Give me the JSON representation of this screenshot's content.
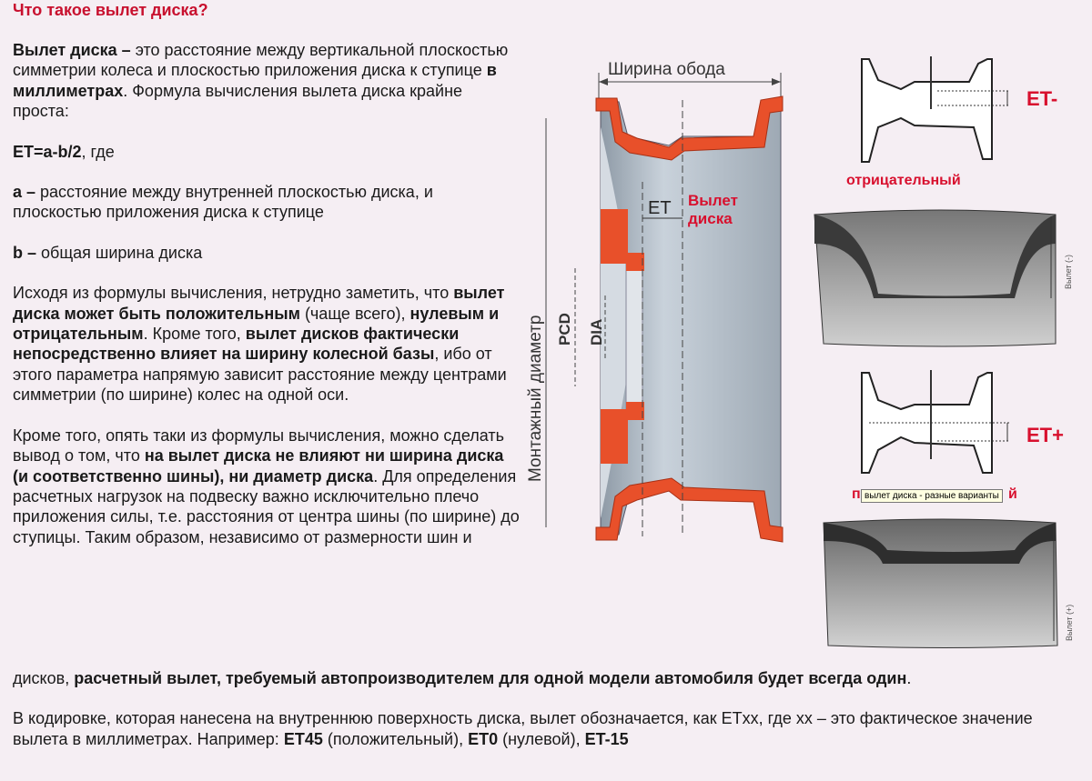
{
  "title": "Что такое вылет диска?",
  "paragraphs": {
    "p1": {
      "b1": "Вылет диска –",
      "t1": " это расстояние между вертикальной плоскостью симметрии колеса и плоскостью приложения диска к ступице ",
      "b2": "в миллиметрах",
      "t2": ". Формула вычисления вылета диска крайне проста:"
    },
    "p2": {
      "b1": "ET=a-b/2",
      "t1": ", где"
    },
    "p3": {
      "b1": "a –",
      "t1": " расстояние между внутренней плоскостью диска, и плоскостью приложения диска к ступице"
    },
    "p4": {
      "b1": "b –",
      "t1": " общая ширина диска"
    },
    "p5": {
      "t1": "Исходя из формулы вычисления, нетрудно заметить, что ",
      "b1": "вылет диска может быть положительным",
      "t2": " (чаще всего), ",
      "b2": "нулевым и отрицательным",
      "t3": ". Кроме того, ",
      "b3": "вылет дисков фактически непосредственно влияет на ширину колесной базы",
      "t4": ", ибо от этого параметра напрямую зависит расстояние между центрами симметрии (по ширине) колес на одной оси."
    },
    "p6": {
      "t1": "Кроме того, опять таки из формулы вычисления, можно сделать вывод о том, что ",
      "b1": "на вылет диска не влияют ни ширина диска (и соответственно шины), ни диаметр диска",
      "t2": ". Для определения расчетных нагрузок на подвеску важно исключительно плечо приложения силы, т.е. расстояния от центра шины (по ширине) до ступицы. Таким образом, независимо от размерности шин и"
    },
    "p6cont": {
      "t1": "дисков, ",
      "b1": "расчетный вылет, требуемый автопроизводителем для одной модели автомобиля будет всегда один",
      "t2": "."
    },
    "p7": {
      "t1": "В кодировке, которая нанесена на внутреннюю поверхность диска, вылет обозначается, как ETxx, где xx – это фактическое значение вылета в миллиметрах. Например: ",
      "b1": "ET45",
      "t2": " (положительный), ",
      "b2": "ET0",
      "t3": " (нулевой), ",
      "b3": "ET-15"
    }
  },
  "figure": {
    "rim_width": "Ширина обода",
    "et": "ET",
    "offset_label_1": "Вылет",
    "offset_label_2": "диска",
    "mount_diameter": "Монтажный диаметр",
    "pcd": "PCD",
    "dia": "DIA"
  },
  "side": {
    "et_minus": "ET-",
    "negative": "отрицательный",
    "et_plus": "ET+",
    "offset_minus_vertical": "Вылет (-)",
    "offset_plus_vertical": "Вылет (+)",
    "caption_left": "п",
    "caption_right": "й",
    "tooltip": "вылет диска - разные варианты"
  },
  "colors": {
    "title": "#c8102e",
    "accent": "#d8102e",
    "rim": "#e8502a",
    "metal": "#aab6c2"
  }
}
